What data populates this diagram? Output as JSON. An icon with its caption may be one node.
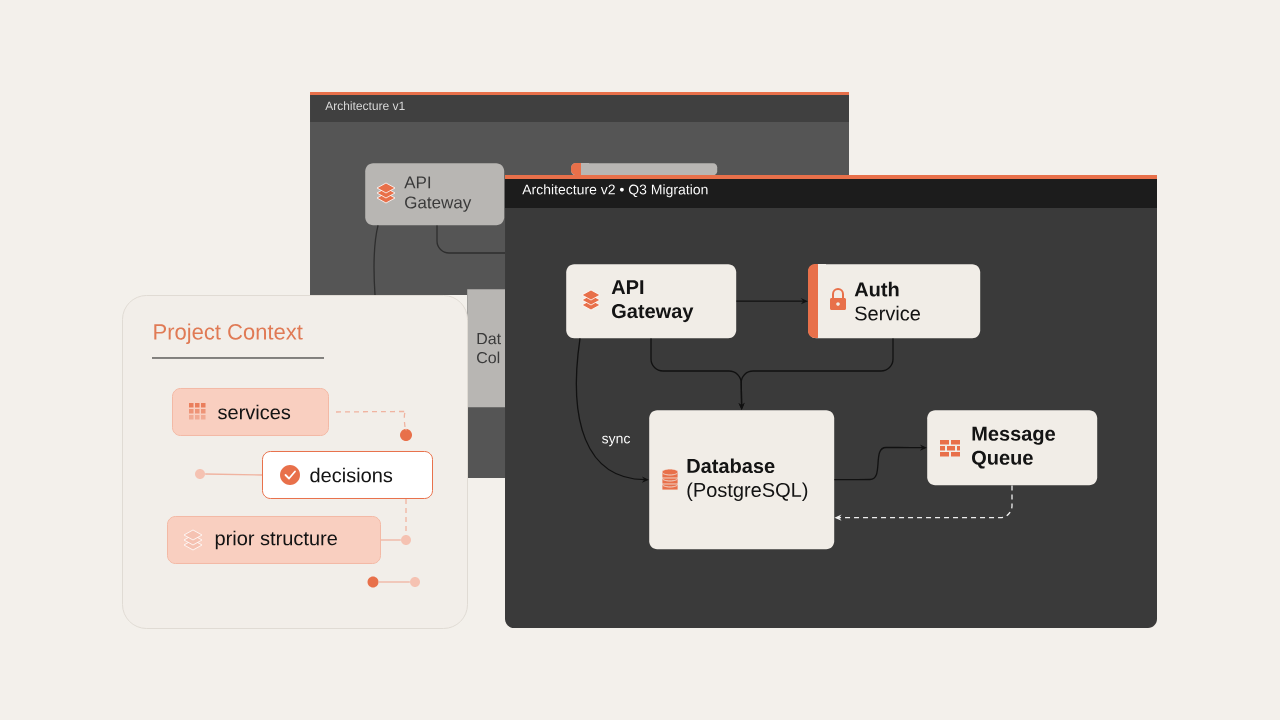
{
  "diagram": {
    "nodes": [
      {
        "text": [
          "Architecture v1"
        ]
      },
      {
        "text": [
          "API Gateway"
        ]
      },
      {
        "text": [],
        "shape": "box"
      },
      {
        "text": [
          "Dat Col"
        ]
      },
      {
        "text": [
          "Architecture v2 • Q3 Migration"
        ]
      },
      {
        "text": [
          "API Gateway"
        ],
        "in": 4
      },
      {
        "text": [
          "Auth",
          "Service"
        ],
        "in": 4
      },
      {
        "text": [
          "Database",
          "(PostgreSQL)"
        ],
        "in": 4
      },
      {
        "text": [
          "Message Queue"
        ],
        "in": 4
      },
      {
        "text": [
          "Project Context"
        ]
      },
      {
        "text": [
          "services"
        ],
        "in": 9
      },
      {
        "text": [
          "decisions"
        ],
        "in": 9
      },
      {
        "text": [
          "prior structure"
        ],
        "in": 9
      },
      {
        "text": [],
        "shape": "circle",
        "in": 9
      },
      {
        "text": [],
        "shape": "circle",
        "in": 9
      },
      {
        "text": [],
        "shape": "circle",
        "in": 9
      },
      {
        "text": [],
        "shape": "circle",
        "in": 9
      },
      {
        "text": [],
        "shape": "circle",
        "in": 9
      }
    ],
    "edges": [
      {
        "from": 1,
        "to": 9,
        "arrow": "none",
        "color": "#2e2e2e"
      },
      {
        "from": 1,
        "to": 4,
        "arrow": "none",
        "color": "#2e2e2e"
      },
      {
        "from": 5,
        "to": 6,
        "arrow": "to"
      },
      {
        "from": 5,
        "to": 7,
        "arrow": "to"
      },
      {
        "from": 6,
        "to": 7,
        "arrow": "to"
      },
      {
        "from": 5,
        "to": 7,
        "arrow": "to",
        "label": "sync"
      },
      {
        "from": 7,
        "to": 8,
        "arrow": "to"
      },
      {
        "from": 8,
        "to": 7,
        "arrow": "to",
        "style": "dashed",
        "color": "#eeeeee"
      },
      {
        "from": 10,
        "to": 13,
        "arrow": "none",
        "style": "dashed",
        "color": "#f0b3a0"
      },
      {
        "from": 14,
        "to": 11,
        "arrow": "none",
        "color": "#f0b3a0"
      },
      {
        "from": 11,
        "to": 15,
        "arrow": "none",
        "style": "dashed",
        "color": "#f0b3a0"
      },
      {
        "from": 12,
        "to": 15,
        "arrow": "none",
        "color": "#f0b3a0"
      },
      {
        "from": 16,
        "to": 17,
        "arrow": "none",
        "color": "#f0b3a0"
      }
    ]
  }
}
